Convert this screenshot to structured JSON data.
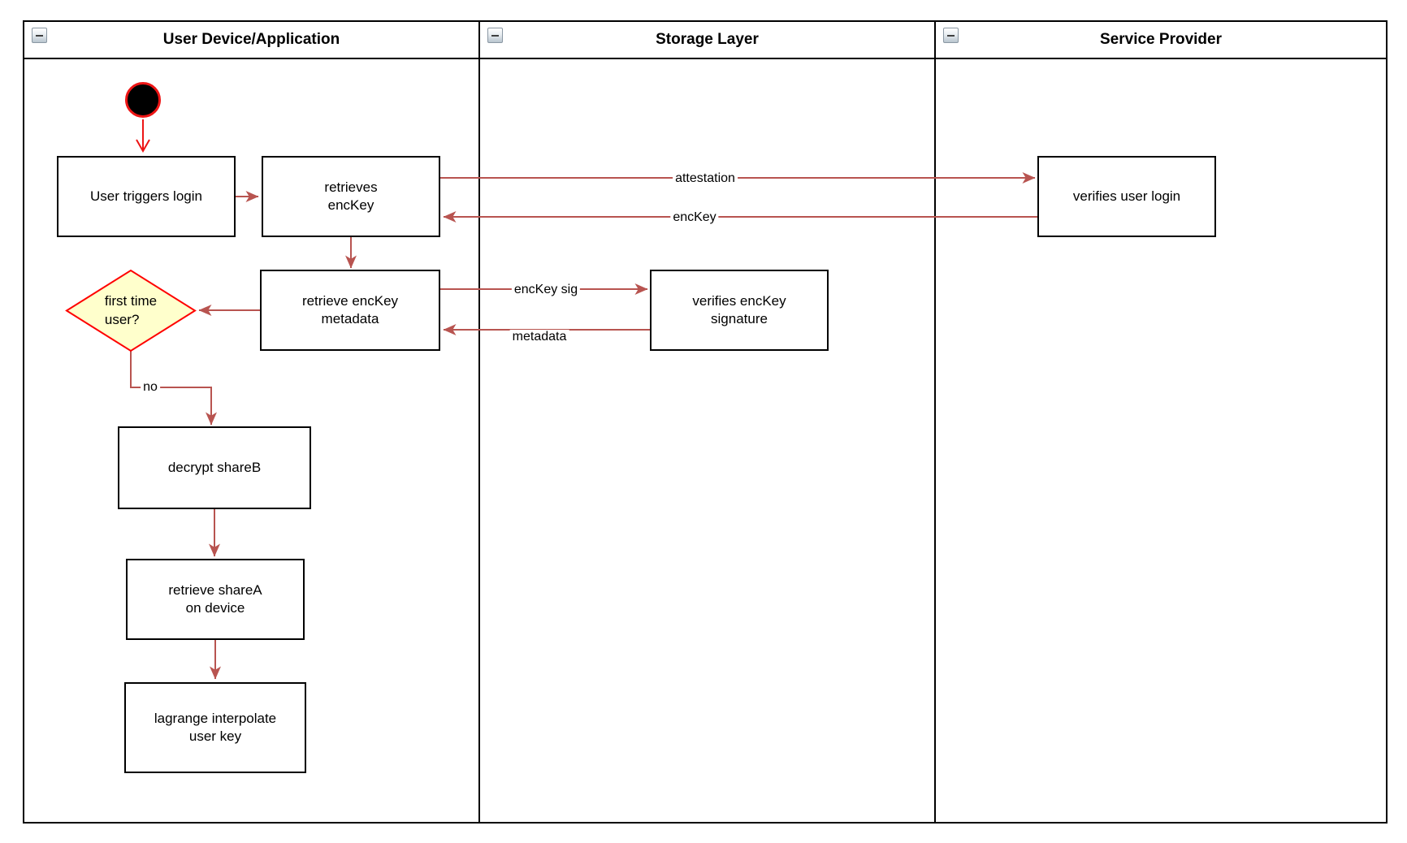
{
  "lanes": [
    {
      "title": "User Device/Application"
    },
    {
      "title": "Storage Layer"
    },
    {
      "title": "Service Provider"
    }
  ],
  "icons": {
    "collapse": "collapse-minus-icon"
  },
  "nodes": {
    "start": {
      "type": "initial-node"
    },
    "user_triggers_login": {
      "label": "User triggers login"
    },
    "retrieves_enckey": {
      "label": "retrieves\nencKey"
    },
    "retrieve_enckey_metadata": {
      "label": "retrieve encKey\nmetadata"
    },
    "first_time_user": {
      "label": "first time\nuser?"
    },
    "decrypt_shareb": {
      "label": "decrypt shareB"
    },
    "retrieve_sharea_on_device": {
      "label": "retrieve shareA\non device"
    },
    "lagrange_interpolate_user_key": {
      "label": "lagrange interpolate\nuser key"
    },
    "verifies_enckey_signature": {
      "label": "verifies encKey\nsignature"
    },
    "verifies_user_login": {
      "label": "verifies user login"
    }
  },
  "edge_labels": {
    "attestation": "attestation",
    "enckey": "encKey",
    "enckey_sig": "encKey sig",
    "metadata": "metadata",
    "no": "no"
  },
  "colors": {
    "connector": "#b85450",
    "start_accent": "#ed1515",
    "decision_fill": "#ffffcc",
    "decision_stroke": "#ff0000",
    "node_border": "#000000"
  }
}
